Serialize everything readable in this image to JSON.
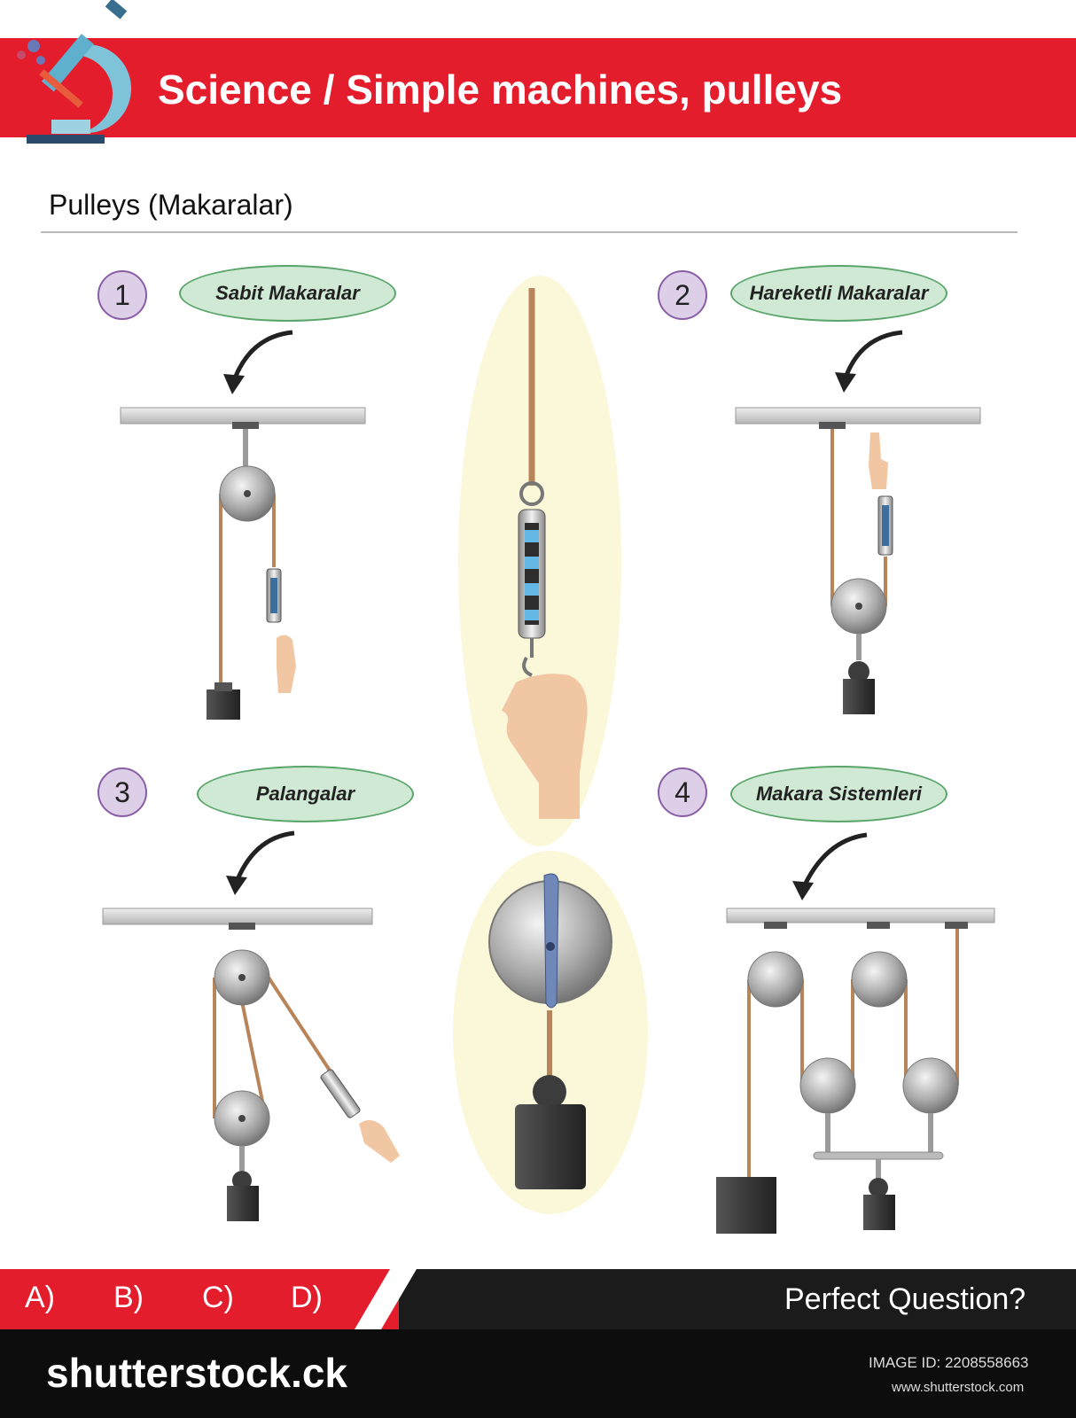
{
  "header": {
    "title": "Science / Simple machines, pulleys"
  },
  "section": {
    "title": "Pulleys (Makaralar)"
  },
  "items": [
    {
      "number": "1",
      "label": "Sabit Makaralar"
    },
    {
      "number": "2",
      "label": "Hareketli Makaralar"
    },
    {
      "number": "3",
      "label": "Palangalar"
    },
    {
      "number": "4",
      "label": "Makara Sistemleri"
    }
  ],
  "footer": {
    "options": [
      "A)",
      "B)",
      "C)",
      "D)"
    ],
    "tagline": "Perfect Question?"
  },
  "stock": {
    "logo": "shutterstock.ck",
    "image_id": "IMAGE ID: 2208558663",
    "url": "www.shutterstock.com"
  },
  "colors": {
    "accent_red": "#e41d2d",
    "pill_green": "#cfe9d4",
    "badge_purple": "#dccfe7",
    "rope": "#b8845a"
  },
  "icons": [
    "microscope-icon"
  ]
}
